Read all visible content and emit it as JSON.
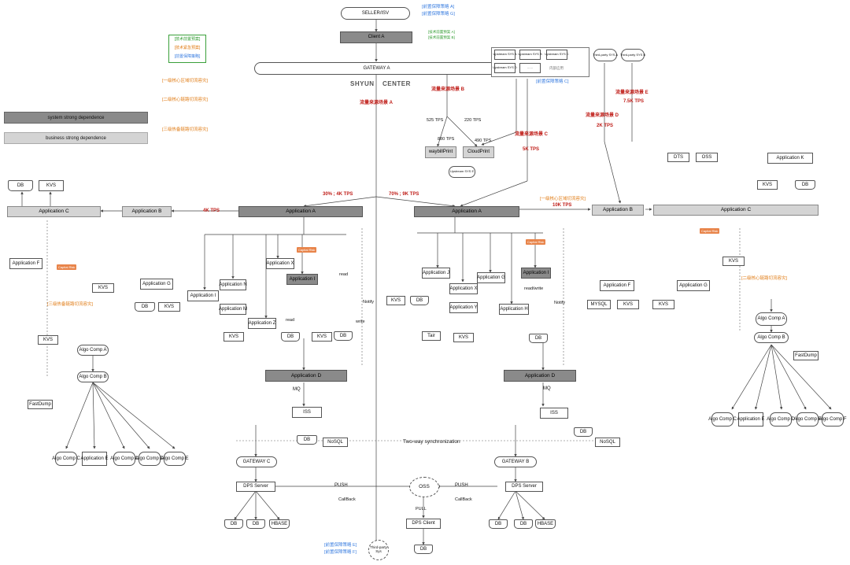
{
  "top": {
    "seller": "SELLER/ISV",
    "client": "Client A",
    "gateway": "GATEWAY A",
    "policy_a": "[前置保障策略 A]",
    "policy_g": "[前置保障策略 G]",
    "tech_a": "[技术前置预案 A]",
    "tech_b": "[技术前置预案 B]",
    "policy_c": "[前置保障策略 C]"
  },
  "legend": {
    "item1": "[技术前置预案]",
    "item2": "[技术紧急预案]",
    "item3": "[前置保障策略]"
  },
  "bars": {
    "system": "system strong dependence",
    "business": "business strong dependence"
  },
  "center": {
    "left": "SHYUN",
    "right": "CENTER"
  },
  "scenes": {
    "a": "流量来源场景 A",
    "b": "流量来源场景 B",
    "c": "流量来源场景 C",
    "d": "流量来源场景 D",
    "e": "流量来源场景 E"
  },
  "tps": {
    "t525": "525 TPS",
    "t220": "220 TPS",
    "t880": "880 TPS",
    "t490": "490 TPS",
    "t5k": "5K TPS",
    "t2k": "2K TPS",
    "t75k": "7.5K TPS",
    "t10k": "10K TPS",
    "t4k": "4K TPS",
    "split_left": "30% ; 4K TPS",
    "split_right": "70% ; 9K TPS"
  },
  "upstream": {
    "sys_a": "Upstream SYS A",
    "sys_b": "Upstream SYS B",
    "sys_c": "Upstream SYS C",
    "sys_d": "Upstream SYS D",
    "dots": "......",
    "inner": "内部应用",
    "sys_e": "Upstream SYS E",
    "third_a": "Third-party SYS A",
    "third_b": "Third-party SYS B"
  },
  "prints": {
    "waybill": "waybillPrint",
    "cloud": "CloudPrint"
  },
  "left": {
    "app_a": "Application A",
    "app_b": "Application B",
    "app_c": "Application C",
    "app_f": "Application F",
    "app_g": "Application G",
    "app_i": "Application I",
    "app_i2": "Application I",
    "app_n": "Application N",
    "app_m": "Application M",
    "app_x": "Application X",
    "app_z": "Application Z",
    "db1": "DB",
    "kvs1": "KVS",
    "kvs2": "KVS",
    "kvs3": "KVS",
    "kvs4": "KVS",
    "kvs5": "KVS",
    "db2": "DB",
    "db3": "DB",
    "db4": "DB",
    "kvs6": "KVS",
    "read1": "read",
    "read2": "read",
    "write": "write",
    "notify": "Notify",
    "algo_a": "Algo Comp A",
    "algo_b": "Algo Comp B",
    "fastdump": "FastDump",
    "algo_c": "Algo Comp C",
    "app_e": "Application E",
    "algo_c2": "Algo Comp C",
    "algo_d": "Algo Comp D",
    "algo_e": "Algo Comp E",
    "cap_risk": "Capital Risk"
  },
  "right": {
    "app_a": "Application A",
    "app_b": "Application B",
    "app_c": "Application C",
    "app_j": "Application J",
    "app_g": "Application G",
    "app_x": "Application X",
    "app_y": "Application Y",
    "app_h": "Application H",
    "app_i": "Application I",
    "app_f": "Application F",
    "app_g2": "Application G",
    "app_k": "Application K",
    "kvs1": "KVS",
    "db1": "DB",
    "tair": "Tair",
    "kvs2": "KVS",
    "db2": "DB",
    "mysql": "MYSQL",
    "kvs3": "KVS",
    "kvs4": "KVS",
    "kvs5": "KVS",
    "dts": "DTS",
    "oss": "OSS",
    "kvs6": "KVS",
    "db3": "DB",
    "read_write": "read/write",
    "notify": "Notify",
    "algo_a": "Algo Comp A",
    "algo_b": "Algo Comp B",
    "fastdump": "FastDump",
    "algo_c": "Algo Comp C",
    "app_e": "Application E",
    "algo_d": "Algo Comp D",
    "algo_e": "Algo Comp E",
    "algo_f": "Algo Comp F",
    "cap_risk": "Capital Risk"
  },
  "bottom": {
    "app_d_left": "Application D",
    "app_d_right": "Application D",
    "mq_left": "MQ",
    "mq_right": "MQ",
    "iss_left": "ISS",
    "iss_right": "ISS",
    "db_left": "DB",
    "db_right": "DB",
    "nosql_left": "NoSQL",
    "nosql_right": "NoSQL",
    "two_way": "Two-way synchronization",
    "gateway_c": "GATEWAY C",
    "gateway_b": "GATEWAY B",
    "dps_left": "DPS Server",
    "dps_right": "DPS Server",
    "oss": "OSS",
    "push_left": "PUSH",
    "push_right": "PUSH",
    "callback_left": "CallBack",
    "callback_right": "CallBack",
    "pull": "PULL",
    "dps_client": "DPS Client",
    "db_l1": "DB",
    "db_l2": "DB",
    "hbase_l": "HBASE",
    "db_r1": "DB",
    "db_r2": "DB",
    "hbase_r": "HBASE",
    "third_party": "Third-party Sys",
    "db_bottom": "DB",
    "policy_e": "[前置保障策略 E]",
    "policy_f": "[前置保障策略 F]"
  },
  "notes": {
    "level1": "[一级核心区域切流容灾]",
    "level2": "[二级核心链路切流容灾]",
    "level3": "[三级热备链路切流容灾]",
    "level1_right": "[一级核心区域切流容灾]",
    "level2_right": "[二级核心链路切流容灾]",
    "level3_left": "[三级热备链路切流容灾]"
  },
  "colors": {
    "dark_node": "#8a8a8a",
    "light_node": "#d4d4d4",
    "red": "#c0201b",
    "orange": "#e07b14",
    "green": "#2c9a2c",
    "blue": "#3a7ee0"
  }
}
